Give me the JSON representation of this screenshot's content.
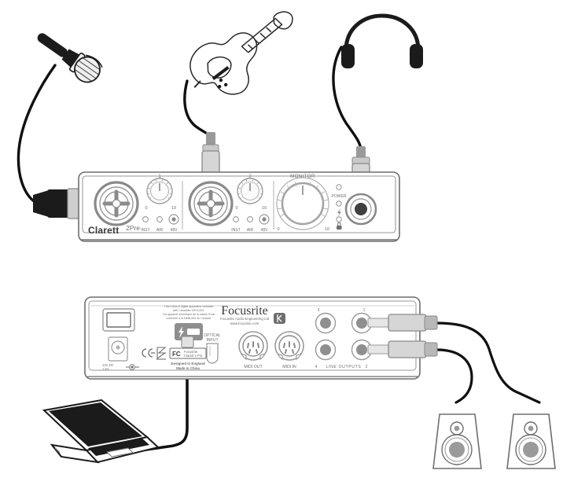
{
  "diagram": {
    "title": "Focusrite Clarett 2Pre connection diagram",
    "colors": {
      "outline": "#6e6e6e",
      "dark": "#1b1b1b",
      "panel_fill": "#ffffff",
      "metal_light": "#d8d8d8",
      "metal_mid": "#b5b5b5",
      "metal_dark": "#8a8a8a",
      "cable": "#111111",
      "text": "#6e6e6e"
    }
  },
  "sources": [
    {
      "id": "microphone",
      "name": "Dynamic microphone",
      "connector": "XLR"
    },
    {
      "id": "guitar",
      "name": "Electric guitar",
      "connector": "1/4 inch jack"
    },
    {
      "id": "headphones",
      "name": "Headphones",
      "connector": "1/4 inch jack"
    }
  ],
  "front_panel": {
    "brand": "Clarett",
    "model": "2Pre",
    "channels": [
      {
        "number": "1",
        "gain_min": "0",
        "gain_max": "10",
        "buttons": [
          "INST",
          "AIR",
          "48V"
        ]
      },
      {
        "number": "2",
        "gain_min": "0",
        "gain_max": "10",
        "buttons": [
          "INST",
          "AIR",
          "48V"
        ]
      }
    ],
    "monitor": {
      "label": "MONITOR",
      "min": "0",
      "max": "10"
    },
    "indicators": [
      {
        "label": "POWER",
        "icon": "power-led"
      },
      {
        "label": "",
        "icon": "thunderbolt-icon"
      },
      {
        "label": "",
        "icon": "lock-icon"
      }
    ],
    "headphone_jack": {
      "label": "",
      "icon": "headphone-jack"
    }
  },
  "rear_panel": {
    "brand": "Focusrite",
    "company": "Focusrite Audio Engineering Ltd",
    "website": "www.focusrite.com",
    "compliance_text_line1": "This Class B digital apparatus complies",
    "compliance_text_line2": "with Canadian ICES-003.",
    "compliance_text_line3": "Cet appareil numerique de la classe B est",
    "compliance_text_line4": "conforme a la NMB-003 du Canada.",
    "power_label_line1": "12V DC",
    "power_label_line2": "1.5A",
    "fcc_label_line1": "Focusrite",
    "fcc_label_line2": "Clarett 2 Pre",
    "fcc_mark": "FC",
    "designed_line1": "Designed in England",
    "designed_line2": "Made in China",
    "thunderbolt_label": "",
    "optical_label_line1": "OPTICAL",
    "optical_label_line2": "INPUT",
    "midi_out_label": "MIDI OUT",
    "midi_in_label": "MIDI IN",
    "line_outputs_label": "LINE OUTPUTS",
    "line_output_numbers": [
      "3",
      "1",
      "4",
      "2"
    ],
    "kensington_icon": "kensington-lock-icon"
  },
  "destinations": [
    {
      "id": "laptop",
      "name": "Laptop computer",
      "connector": "Thunderbolt"
    },
    {
      "id": "speaker-left",
      "name": "Studio monitor speaker left"
    },
    {
      "id": "speaker-right",
      "name": "Studio monitor speaker right"
    }
  ]
}
